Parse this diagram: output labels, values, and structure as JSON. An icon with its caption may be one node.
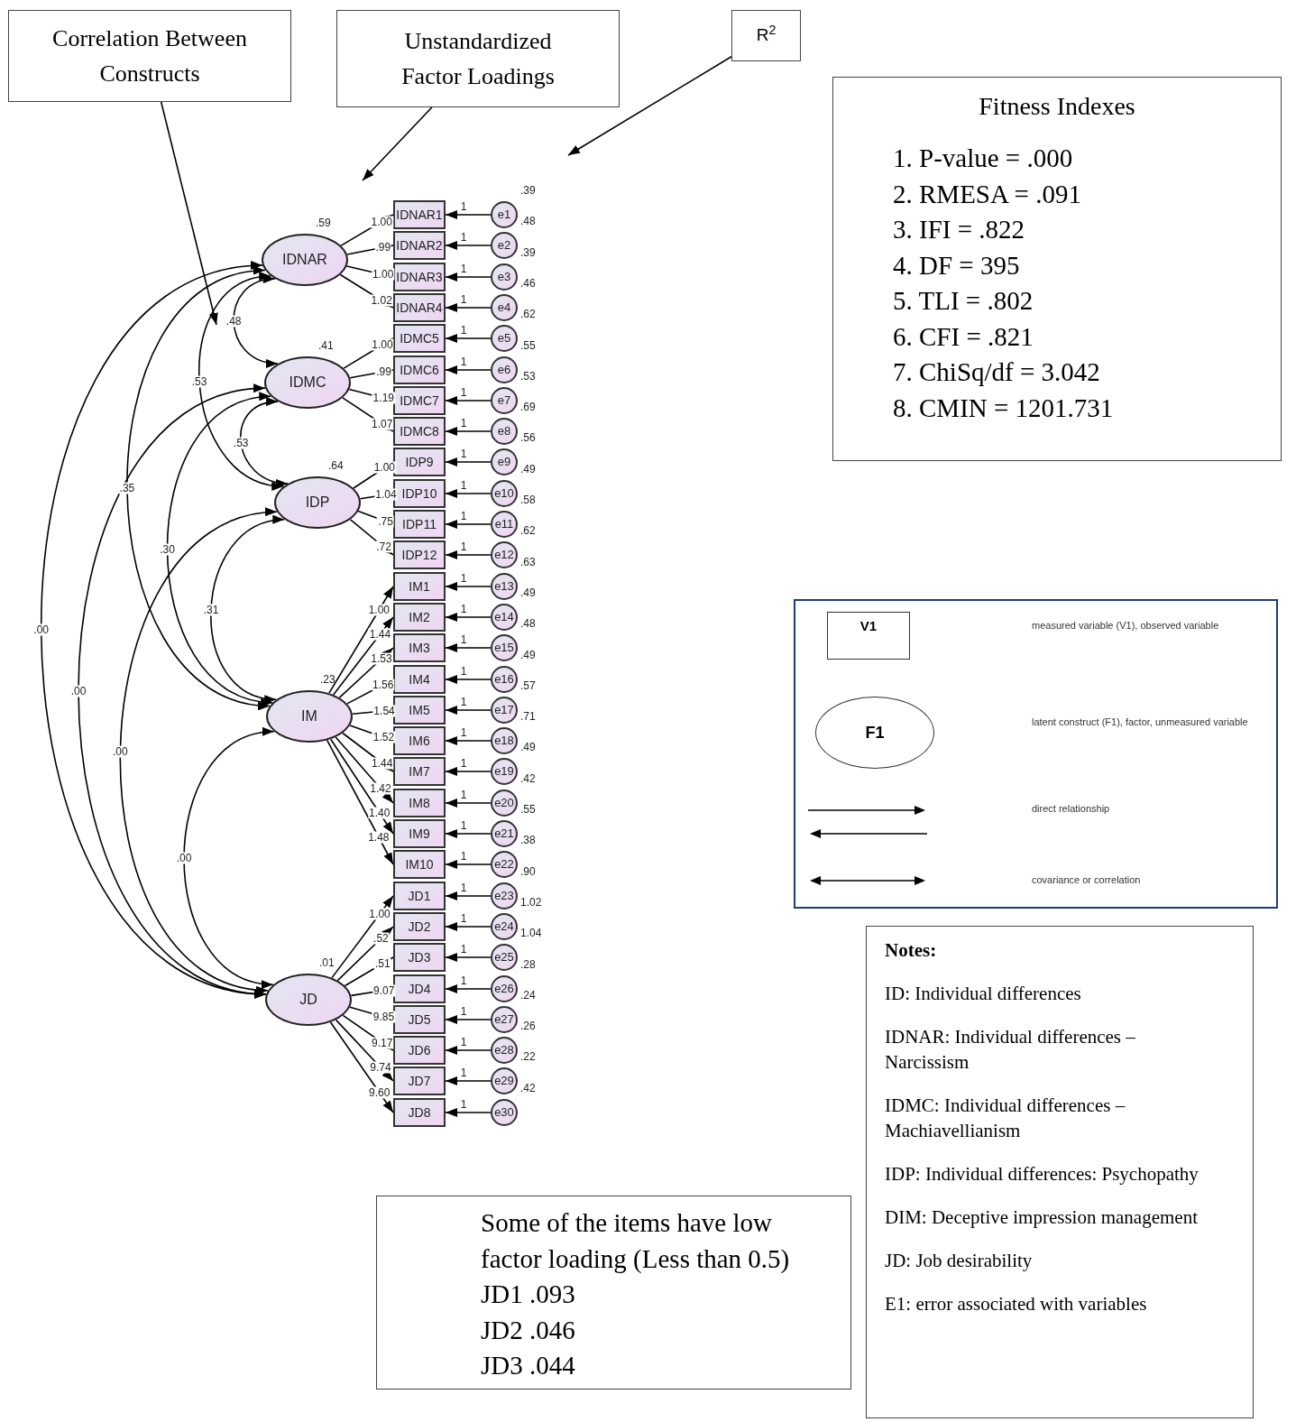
{
  "diagram": {
    "nodes": [
      {
        "text": [
          "Correlation Between Constructs"
        ]
      },
      {
        "text": [
          "Unstandardized Factor Loadings"
        ]
      },
      {
        "text": [
          "R$^{2}$"
        ]
      },
      {
        "text": [
          "Fitness Indexes",
          "1. P-value = .000",
          "2. RMESA = .091",
          "3. IFI = .822",
          "4. DF = 395",
          "5. TLI = .802",
          "6. CFI = .821",
          "7. ChiSq/df = 3.042",
          "8. CMIN = 1201.731"
        ]
      },
      {
        "text": [
          "IDNAR"
        ],
        "beside": [
          ".59"
        ]
      },
      {
        "text": [
          "IDMC"
        ],
        "beside": [
          ".41"
        ]
      },
      {
        "text": [
          "IDP"
        ],
        "beside": [
          ".64"
        ]
      },
      {
        "text": [
          "IM"
        ],
        "beside": [
          ".23"
        ]
      },
      {
        "text": [
          "JD"
        ],
        "beside": [
          ".01"
        ]
      },
      {
        "text": [
          "IDNAR1"
        ]
      },
      {
        "text": [
          "IDNAR2"
        ]
      },
      {
        "text": [
          "IDNAR3"
        ]
      },
      {
        "text": [
          "IDNAR4"
        ]
      },
      {
        "text": [
          "IDMC5"
        ]
      },
      {
        "text": [
          "IDMC6"
        ]
      },
      {
        "text": [
          "IDMC7"
        ]
      },
      {
        "text": [
          "IDMC8"
        ]
      },
      {
        "text": [
          "IDP9"
        ]
      },
      {
        "text": [
          "IDP10"
        ]
      },
      {
        "text": [
          "IDP11"
        ]
      },
      {
        "text": [
          "IDP12"
        ]
      },
      {
        "text": [
          "IM1"
        ]
      },
      {
        "text": [
          "IM2"
        ]
      },
      {
        "text": [
          "IM3"
        ]
      },
      {
        "text": [
          "IM4"
        ]
      },
      {
        "text": [
          "IM5"
        ]
      },
      {
        "text": [
          "IM6"
        ]
      },
      {
        "text": [
          "IM7"
        ]
      },
      {
        "text": [
          "IM8"
        ]
      },
      {
        "text": [
          "IM9"
        ]
      },
      {
        "text": [
          "IM10"
        ]
      },
      {
        "text": [
          "JD1"
        ]
      },
      {
        "text": [
          "JD2"
        ]
      },
      {
        "text": [
          "JD3"
        ]
      },
      {
        "text": [
          "JD4"
        ]
      },
      {
        "text": [
          "JD5"
        ]
      },
      {
        "text": [
          "JD6"
        ]
      },
      {
        "text": [
          "JD7"
        ]
      },
      {
        "text": [
          "JD8"
        ]
      },
      {
        "text": [
          "e1"
        ]
      },
      {
        "text": [
          "e2"
        ]
      },
      {
        "text": [
          "e3"
        ]
      },
      {
        "text": [
          "e4"
        ]
      },
      {
        "text": [
          "e5"
        ]
      },
      {
        "text": [
          "e6"
        ]
      },
      {
        "text": [
          "e7"
        ]
      },
      {
        "text": [
          "e8"
        ]
      },
      {
        "text": [
          "e9"
        ]
      },
      {
        "text": [
          "e10"
        ]
      },
      {
        "text": [
          "e11"
        ]
      },
      {
        "text": [
          "e12"
        ]
      },
      {
        "text": [
          "e13"
        ]
      },
      {
        "text": [
          "e14"
        ]
      },
      {
        "text": [
          "e15"
        ]
      },
      {
        "text": [
          "e16"
        ]
      },
      {
        "text": [
          "e17"
        ]
      },
      {
        "text": [
          "e18"
        ]
      },
      {
        "text": [
          "e19"
        ]
      },
      {
        "text": [
          "e20"
        ]
      },
      {
        "text": [
          "e21"
        ]
      },
      {
        "text": [
          "e22"
        ]
      },
      {
        "text": [
          "e23"
        ]
      },
      {
        "text": [
          "e24"
        ]
      },
      {
        "text": [
          "e25"
        ]
      },
      {
        "text": [
          "e26"
        ]
      },
      {
        "text": [
          "e27"
        ]
      },
      {
        "text": [
          "e28"
        ]
      },
      {
        "text": [
          "e29"
        ]
      },
      {
        "text": [
          "e30"
        ]
      },
      {
        "text": [
          "Notes:",
          "ID: Individual differences",
          "IDNAR: Individual differences – Narcissism",
          "IDMC: Individual differences – Machiavellianism",
          "IDP: Individual differences: Psychopathy",
          "DIM: Deceptive impression management",
          "JD: Job desirability",
          "E1: error associated with variables"
        ]
      },
      {
        "text": [
          "Some of the items have low factor loading (Less than 0.5)",
          "JD1 .093",
          "JD2 .046",
          "JD3 .044"
        ]
      }
    ],
    "edges": [
      {
        "from": 0,
        "to": null,
        "arrow": "to"
      },
      {
        "from": 1,
        "to": null,
        "arrow": "to"
      },
      {
        "from": 2,
        "to": null,
        "arrow": "to"
      },
      {
        "from": 4,
        "to": 9,
        "arrow": "to",
        "label": "1.00"
      },
      {
        "from": 4,
        "to": 10,
        "arrow": "to",
        "label": ".99"
      },
      {
        "from": 4,
        "to": 11,
        "arrow": "to",
        "label": "1.00"
      },
      {
        "from": 4,
        "to": 12,
        "arrow": "to",
        "label": "1.02"
      },
      {
        "from": 5,
        "to": 13,
        "arrow": "to",
        "label": "1.00"
      },
      {
        "from": 5,
        "to": 14,
        "arrow": "to",
        "label": ".99"
      },
      {
        "from": 5,
        "to": 15,
        "arrow": "to",
        "label": "1.19"
      },
      {
        "from": 5,
        "to": 16,
        "arrow": "to",
        "label": "1.07"
      },
      {
        "from": 6,
        "to": 17,
        "arrow": "to",
        "label": "1.00"
      },
      {
        "from": 6,
        "to": 18,
        "arrow": "to",
        "label": "1.04"
      },
      {
        "from": 6,
        "to": 19,
        "arrow": "to",
        "label": ".75"
      },
      {
        "from": 6,
        "to": 20,
        "arrow": "to",
        "label": ".72"
      },
      {
        "from": 7,
        "to": 21,
        "arrow": "to",
        "label": "1.00"
      },
      {
        "from": 7,
        "to": 22,
        "arrow": "to",
        "label": "1.44"
      },
      {
        "from": 7,
        "to": 23,
        "arrow": "to",
        "label": "1.53"
      },
      {
        "from": 7,
        "to": 24,
        "arrow": "to",
        "label": "1.56"
      },
      {
        "from": 7,
        "to": 25,
        "arrow": "to",
        "label": "1.54"
      },
      {
        "from": 7,
        "to": 26,
        "arrow": "to",
        "label": "1.52"
      },
      {
        "from": 7,
        "to": 27,
        "arrow": "to",
        "label": "1.44"
      },
      {
        "from": 7,
        "to": 28,
        "arrow": "to",
        "label": "1.42"
      },
      {
        "from": 7,
        "to": 29,
        "arrow": "to",
        "label": "1.40"
      },
      {
        "from": 7,
        "to": 30,
        "arrow": "to",
        "label": "1.48"
      },
      {
        "from": 8,
        "to": 31,
        "arrow": "to",
        "label": "1.00"
      },
      {
        "from": 8,
        "to": 32,
        "arrow": "to",
        "label": ".52"
      },
      {
        "from": 8,
        "to": 33,
        "arrow": "to",
        "label": ".51"
      },
      {
        "from": 8,
        "to": 34,
        "arrow": "to",
        "label": "9.07"
      },
      {
        "from": 8,
        "to": 35,
        "arrow": "to",
        "label": "9.85"
      },
      {
        "from": 8,
        "to": 36,
        "arrow": "to",
        "label": "9.17"
      },
      {
        "from": 8,
        "to": 37,
        "arrow": "to",
        "label": "9.74"
      },
      {
        "from": 8,
        "to": 38,
        "arrow": "to",
        "label": "9.60"
      },
      {
        "from": 4,
        "to": 5,
        "arrow": "both",
        "label": ".48"
      },
      {
        "from": 4,
        "to": 6,
        "arrow": "both",
        "label": ".53"
      },
      {
        "from": 5,
        "to": 6,
        "arrow": "both",
        "label": ".53"
      },
      {
        "from": 4,
        "to": 7,
        "arrow": "both",
        "label": ".35"
      },
      {
        "from": 5,
        "to": 7,
        "arrow": "both",
        "label": ".30"
      },
      {
        "from": 6,
        "to": 7,
        "arrow": "both",
        "label": ".31"
      },
      {
        "from": 4,
        "to": 8,
        "arrow": "both",
        "label": ".00"
      },
      {
        "from": 5,
        "to": 8,
        "arrow": "both",
        "label": ".00"
      },
      {
        "from": 6,
        "to": 8,
        "arrow": "both",
        "label": ".00"
      },
      {
        "from": 7,
        "to": 8,
        "arrow": "both",
        "label": ".00"
      },
      {
        "from": 39,
        "to": 9,
        "arrow": "to",
        "label": "1"
      },
      {
        "from": 40,
        "to": 10,
        "arrow": "to",
        "label": "1"
      },
      {
        "from": 41,
        "to": 11,
        "arrow": "to",
        "label": "1"
      },
      {
        "from": 42,
        "to": 12,
        "arrow": "to",
        "label": "1"
      },
      {
        "from": 43,
        "to": 13,
        "arrow": "to",
        "label": "1"
      },
      {
        "from": 44,
        "to": 14,
        "arrow": "to",
        "label": "1"
      },
      {
        "from": 45,
        "to": 15,
        "arrow": "to",
        "label": "1"
      },
      {
        "from": 46,
        "to": 16,
        "arrow": "to",
        "label": "1"
      },
      {
        "from": 47,
        "to": 17,
        "arrow": "to",
        "label": "1"
      },
      {
        "from": 48,
        "to": 18,
        "arrow": "to",
        "label": "1"
      },
      {
        "from": 49,
        "to": 19,
        "arrow": "to",
        "label": "1"
      },
      {
        "from": 50,
        "to": 20,
        "arrow": "to",
        "label": "1"
      },
      {
        "from": 51,
        "to": 21,
        "arrow": "to",
        "label": "1"
      },
      {
        "from": 52,
        "to": 22,
        "arrow": "to",
        "label": "1"
      },
      {
        "from": 53,
        "to": 23,
        "arrow": "to",
        "label": "1"
      },
      {
        "from": 54,
        "to": 24,
        "arrow": "to",
        "label": "1"
      },
      {
        "from": 55,
        "to": 25,
        "arrow": "to",
        "label": "1"
      },
      {
        "from": 56,
        "to": 26,
        "arrow": "to",
        "label": "1"
      },
      {
        "from": 57,
        "to": 27,
        "arrow": "to",
        "label": "1"
      },
      {
        "from": 58,
        "to": 28,
        "arrow": "to",
        "label": "1"
      },
      {
        "from": 59,
        "to": 29,
        "arrow": "to",
        "label": "1"
      },
      {
        "from": 60,
        "to": 30,
        "arrow": "to",
        "label": "1"
      },
      {
        "from": 61,
        "to": 31,
        "arrow": "to",
        "label": "1"
      },
      {
        "from": 62,
        "to": 32,
        "arrow": "to",
        "label": "1"
      },
      {
        "from": 63,
        "to": 33,
        "arrow": "to",
        "label": "1"
      },
      {
        "from": 64,
        "to": 34,
        "arrow": "to",
        "label": "1"
      },
      {
        "from": 65,
        "to": 35,
        "arrow": "to",
        "label": "1"
      },
      {
        "from": 66,
        "to": 36,
        "arrow": "to",
        "label": "1"
      },
      {
        "from": 67,
        "to": 37,
        "arrow": "to",
        "label": "1"
      },
      {
        "from": 68,
        "to": 38,
        "arrow": "to",
        "label": "1"
      }
    ],
    "labels": [
      "V1",
      "F1",
      ".39",
      ".48",
      ".39",
      ".46",
      ".62",
      ".55",
      ".53",
      ".69",
      ".56",
      ".49",
      ".58",
      ".62",
      ".63",
      ".49",
      ".48",
      ".49",
      ".57",
      ".71",
      ".49",
      ".42",
      ".55",
      ".38",
      ".90",
      "1.02",
      "1.04",
      ".28",
      ".24",
      ".26",
      ".22",
      ".42"
    ],
    "legend": [
      {
        "text": "measured variable (V1), observed variable"
      },
      {
        "text": "latent construct (F1), factor, unmeasured variable"
      },
      {
        "text": "direct relationship"
      },
      {
        "text": "covariance or correlation"
      }
    ]
  }
}
